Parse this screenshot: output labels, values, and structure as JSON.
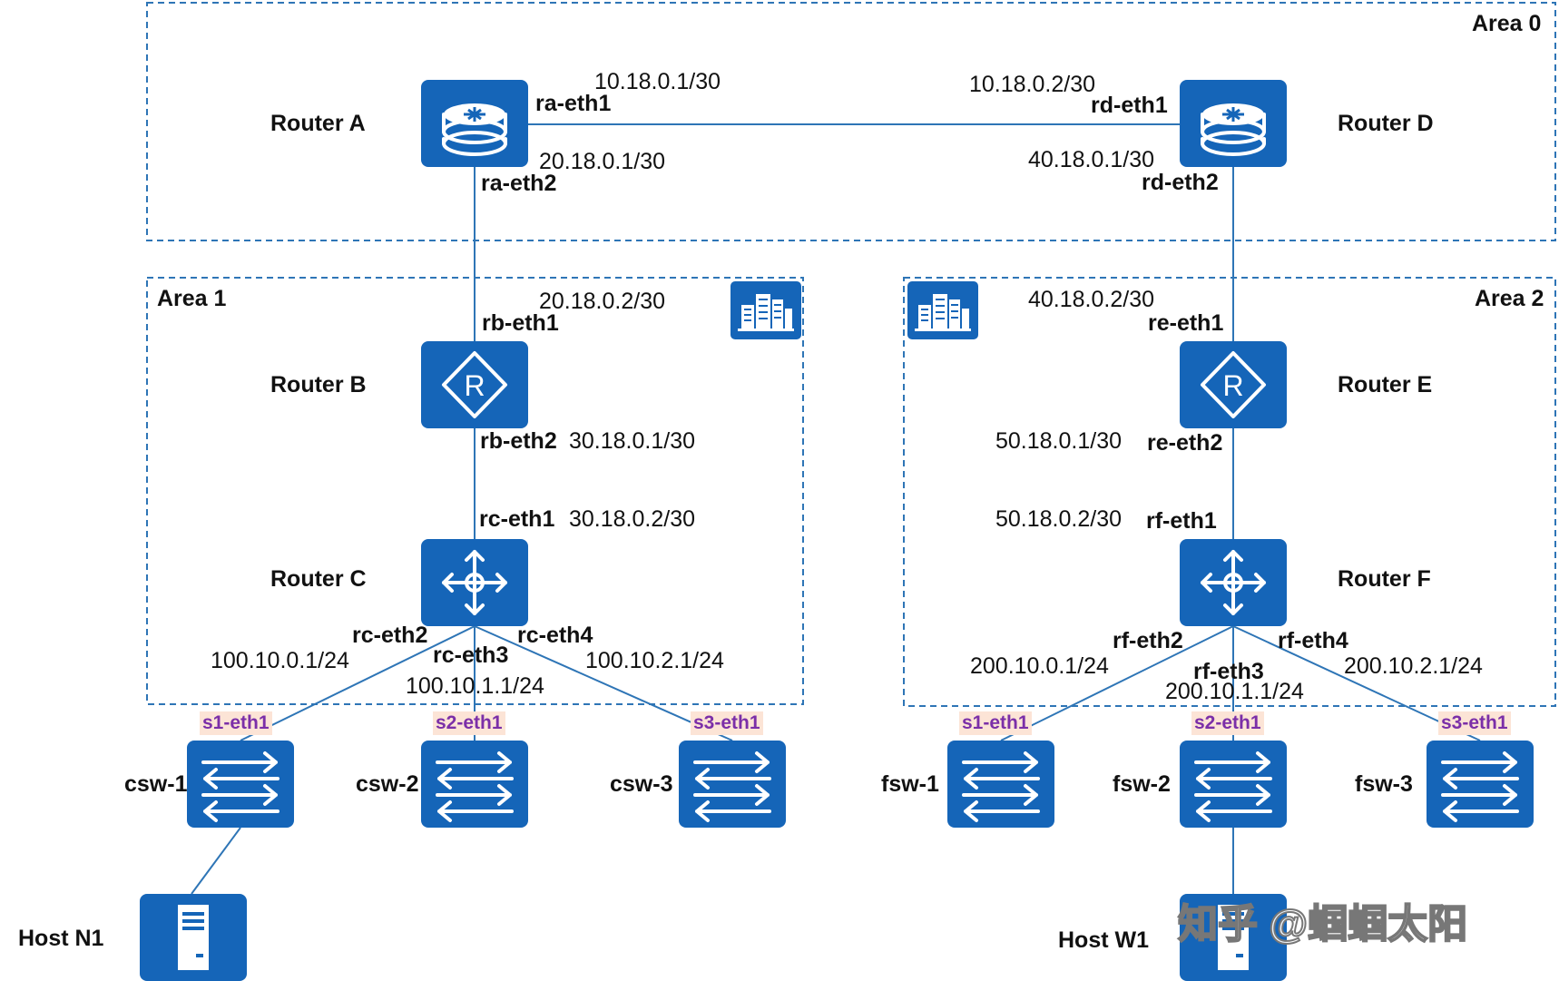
{
  "areas": {
    "area0": "Area 0",
    "area1": "Area 1",
    "area2": "Area 2"
  },
  "routers": {
    "a": {
      "name": "Router A",
      "icon": "router-icon"
    },
    "b": {
      "name": "Router B",
      "icon": "router-r-icon"
    },
    "c": {
      "name": "Router C",
      "icon": "layer3-switch-icon"
    },
    "d": {
      "name": "Router D",
      "icon": "router-icon"
    },
    "e": {
      "name": "Router E",
      "icon": "router-r-icon"
    },
    "f": {
      "name": "Router F",
      "icon": "layer3-switch-icon"
    }
  },
  "interfaces": {
    "ra_eth1": "ra-eth1",
    "ra_eth1_ip": "10.18.0.1/30",
    "ra_eth2": "ra-eth2",
    "ra_eth2_ip": "20.18.0.1/30",
    "rd_eth1": "rd-eth1",
    "rd_eth1_ip": "10.18.0.2/30",
    "rd_eth2": "rd-eth2",
    "rd_eth2_ip": "40.18.0.1/30",
    "rb_eth1": "rb-eth1",
    "rb_eth1_ip": "20.18.0.2/30",
    "rb_eth2": "rb-eth2",
    "rb_eth2_ip": "30.18.0.1/30",
    "rc_eth1": "rc-eth1",
    "rc_eth1_ip": "30.18.0.2/30",
    "rc_eth2": "rc-eth2",
    "rc_eth2_ip": "100.10.0.1/24",
    "rc_eth3": "rc-eth3",
    "rc_eth3_ip": "100.10.1.1/24",
    "rc_eth4": "rc-eth4",
    "rc_eth4_ip": "100.10.2.1/24",
    "re_eth1": "re-eth1",
    "re_eth1_ip": "40.18.0.2/30",
    "re_eth2": "re-eth2",
    "re_eth2_ip": "50.18.0.1/30",
    "rf_eth1": "rf-eth1",
    "rf_eth1_ip": "50.18.0.2/30",
    "rf_eth2": "rf-eth2",
    "rf_eth2_ip": "200.10.0.1/24",
    "rf_eth3": "rf-eth3",
    "rf_eth3_ip": "200.10.1.1/24",
    "rf_eth4": "rf-eth4",
    "rf_eth4_ip": "200.10.2.1/24"
  },
  "switches": {
    "csw1": {
      "name": "csw-1",
      "port": "s1-eth1"
    },
    "csw2": {
      "name": "csw-2",
      "port": "s2-eth1"
    },
    "csw3": {
      "name": "csw-3",
      "port": "s3-eth1"
    },
    "fsw1": {
      "name": "fsw-1",
      "port": "s1-eth1"
    },
    "fsw2": {
      "name": "fsw-2",
      "port": "s2-eth1"
    },
    "fsw3": {
      "name": "fsw-3",
      "port": "s3-eth1"
    }
  },
  "hosts": {
    "n1": {
      "name": "Host N1",
      "icon": "server-icon"
    },
    "w1": {
      "name": "Host W1",
      "icon": "server-icon"
    }
  },
  "area_icons": [
    "building-icon",
    "building-icon"
  ],
  "colors": {
    "device": "#1565b8",
    "link": "#2e75b6",
    "port_text": "#7b2fa8",
    "port_bg": "#fce4d6"
  },
  "watermark": "知乎 @蝈蝈太阳"
}
